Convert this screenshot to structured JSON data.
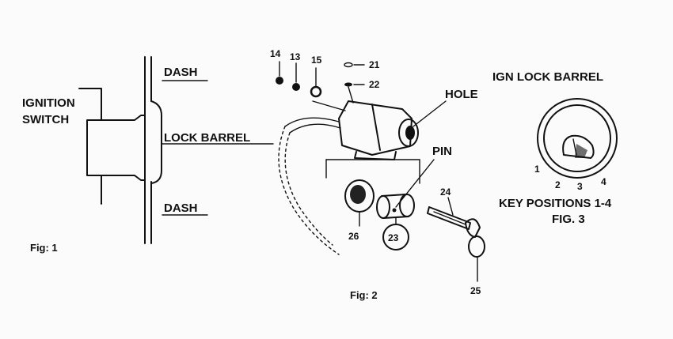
{
  "fig1": {
    "ignition_line1": "IGNITION",
    "ignition_line2": "SWITCH",
    "dash_top": "DASH",
    "lock_barrel": "LOCK BARREL",
    "dash_bottom": "DASH",
    "caption": "Fig: 1"
  },
  "fig2": {
    "parts": [
      "14",
      "13",
      "15",
      "21",
      "22",
      "24",
      "26",
      "23",
      "25"
    ],
    "hole": "HOLE",
    "pin": "PIN",
    "caption": "Fig: 2"
  },
  "fig3": {
    "title": "IGN LOCK BARREL",
    "positions": [
      "1",
      "2",
      "3",
      "4"
    ],
    "caption_line1": "KEY POSITIONS 1-4",
    "caption_line2": "FIG. 3"
  }
}
